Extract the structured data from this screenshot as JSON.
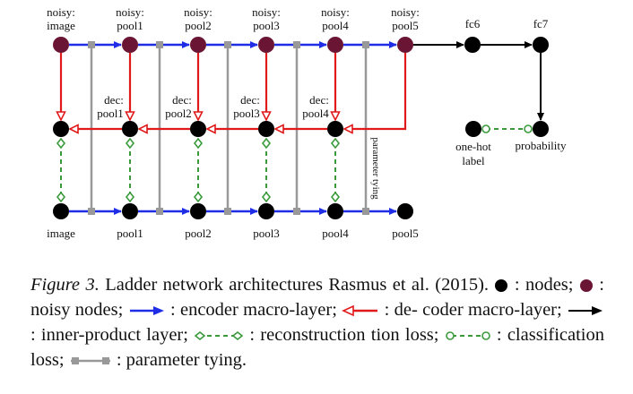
{
  "diagram": {
    "top_labels": [
      [
        "noisy:",
        "image"
      ],
      [
        "noisy:",
        "pool1"
      ],
      [
        "noisy:",
        "pool2"
      ],
      [
        "noisy:",
        "pool3"
      ],
      [
        "noisy:",
        "pool4"
      ],
      [
        "noisy:",
        "pool5"
      ]
    ],
    "fc_labels": [
      "fc6",
      "fc7"
    ],
    "dec_labels": [
      [
        "dec:",
        "pool1"
      ],
      [
        "dec:",
        "pool2"
      ],
      [
        "dec:",
        "pool3"
      ],
      [
        "dec:",
        "pool4"
      ]
    ],
    "bottom_labels": [
      "image",
      "pool1",
      "pool2",
      "pool3",
      "pool4",
      "pool5"
    ],
    "one_hot_label": [
      "one-hot",
      "label"
    ],
    "probability_label": "probability",
    "parameter_tying_label": "parameter tying",
    "colors": {
      "encoder": "#1f2ee6",
      "decoder": "#e01a1a",
      "noisy_node": "#6b1535",
      "node": "#000000",
      "reconstruction": "#3a9a3a",
      "tying": "#999999"
    }
  },
  "caption": {
    "figure_label": "Figure 3.",
    "line1": " Ladder network architectures Rasmus et al. (2015).",
    "colon1": " :",
    "line2_a": "nodes;",
    "line2_b": " : noisy nodes;",
    "line2_c": " : encoder macro-layer;",
    "line2_d": " : de-",
    "line3_a": "coder macro-layer;",
    "line3_b": " : inner-product layer;",
    "line3_c": " : reconstruction",
    "line4_a": "tion loss;",
    "line4_b": " : classification loss;",
    "line4_c": " : parameter tying."
  }
}
